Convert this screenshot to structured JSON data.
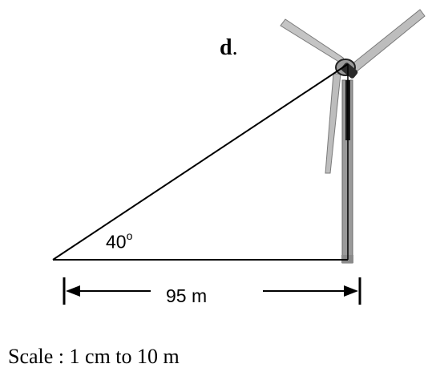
{
  "diagram": {
    "part_label": "d",
    "part_label_suffix": ".",
    "angle_value": "40",
    "angle_unit": "o",
    "distance_label": "95 m",
    "scale_text": "Scale : 1 cm to 10 m",
    "subject_icon": "wind-turbine-icon",
    "colors": {
      "line": "#000000",
      "tower": "#9a9a9a",
      "tower_shadow": "#1a1a1a",
      "blade": "#bdbdbd",
      "blade_edge": "#7a7a7a"
    }
  }
}
